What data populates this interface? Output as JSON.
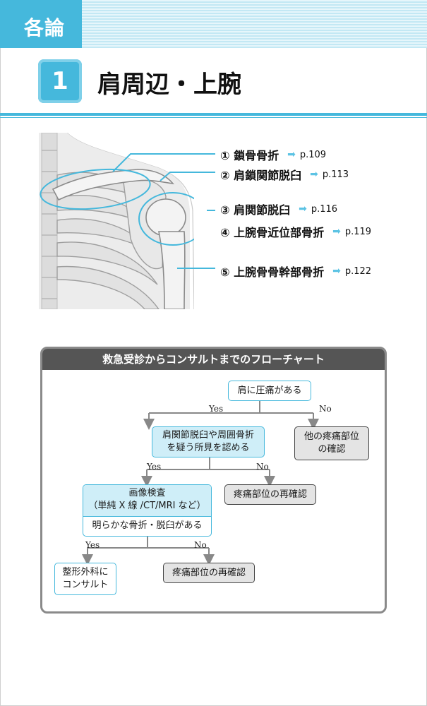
{
  "header": {
    "section_tab": "各論",
    "chapter_number": "1",
    "chapter_title": "肩周辺・上腕"
  },
  "colors": {
    "accent": "#45b8dc",
    "light_accent": "#cfeef8",
    "flow_header": "#555555"
  },
  "anatomy_labels": [
    {
      "text": "① 鎖骨骨折",
      "page": "p.109"
    },
    {
      "text": "② 肩鎖関節脱臼",
      "page": "p.113"
    },
    {
      "text": "③ 肩関節脱臼",
      "page": "p.116"
    },
    {
      "text": "④ 上腕骨近位部骨折",
      "page": "p.119"
    },
    {
      "text": "⑤ 上腕骨骨幹部骨折",
      "page": "p.122"
    }
  ],
  "flowchart": {
    "title": "救急受診からコンサルトまでのフローチャート",
    "start": "肩に圧痛がある",
    "q1": [
      "肩関節脱臼や周囲骨折",
      "を疑う所見を認める"
    ],
    "q1_no": [
      "他の疼痛部位",
      "の確認"
    ],
    "q2_top": [
      "画像検査",
      "（単純 X 線 /CT/MRI など）"
    ],
    "q2_bottom": "明らかな骨折・脱臼がある",
    "q2_no": "疼痛部位の再確認",
    "q3_yes": [
      "整形外科に",
      "コンサルト"
    ],
    "q3_no": "疼痛部位の再確認",
    "yes": "Yes",
    "no": "No"
  }
}
